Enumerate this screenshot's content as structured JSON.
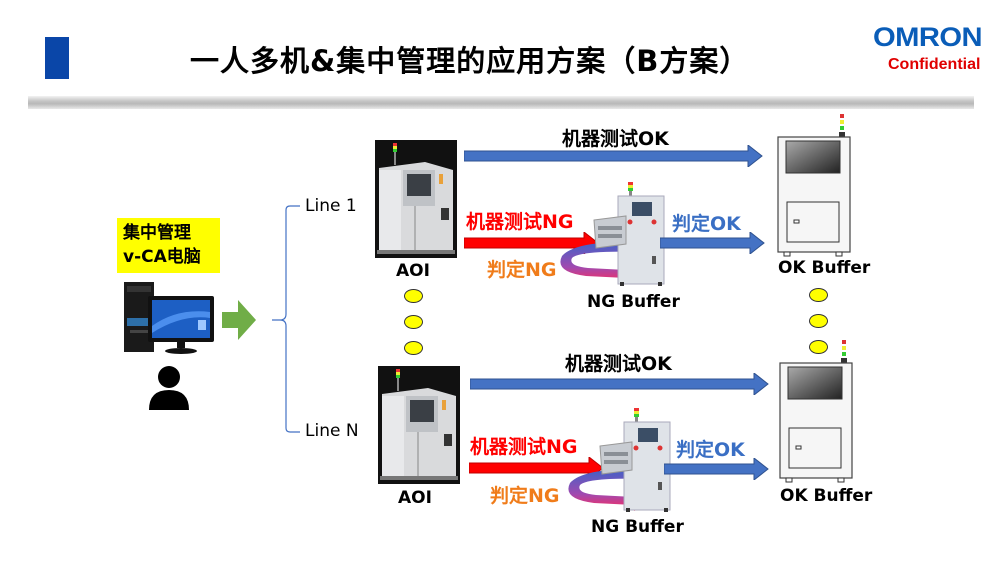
{
  "header": {
    "title": "一人多机&集中管理的应用方案（B方案）",
    "brand": "OMRON",
    "confidential": "Confidential"
  },
  "colors": {
    "title_marker": "#0a46a8",
    "brand": "#0a5db8",
    "confidential": "#e00000",
    "highlight": "#ffff00",
    "ok_arrow": "#4472c4",
    "ng_arrow": "#ff0000",
    "judge_ok_text": "#3a6fc4",
    "judge_ng_text": "#f07c1a",
    "forward_arrow": "#70ad47",
    "brace": "#4472c4"
  },
  "management": {
    "line1": "集中管理",
    "line2": "v-CA电脑"
  },
  "lines": [
    {
      "name": "Line 1",
      "aoi_label": "AOI",
      "machine_ok": "机器测试OK",
      "machine_ng": "机器测试NG",
      "judge_ok": "判定OK",
      "judge_ng": "判定NG",
      "ng_buffer_label": "NG Buffer",
      "ok_buffer_label": "OK Buffer"
    },
    {
      "name": "Line N",
      "aoi_label": "AOI",
      "machine_ok": "机器测试OK",
      "machine_ng": "机器测试NG",
      "judge_ok": "判定OK",
      "judge_ng": "判定NG",
      "ng_buffer_label": "NG Buffer",
      "ok_buffer_label": "OK Buffer"
    }
  ],
  "icons": {
    "pc": "desktop-computer-icon",
    "person": "person-icon",
    "aoi": "aoi-machine-icon",
    "ng_buffer": "ng-buffer-machine-icon",
    "ok_buffer": "ok-buffer-machine-icon",
    "ellipsis": "vertical-ellipsis-dots"
  }
}
